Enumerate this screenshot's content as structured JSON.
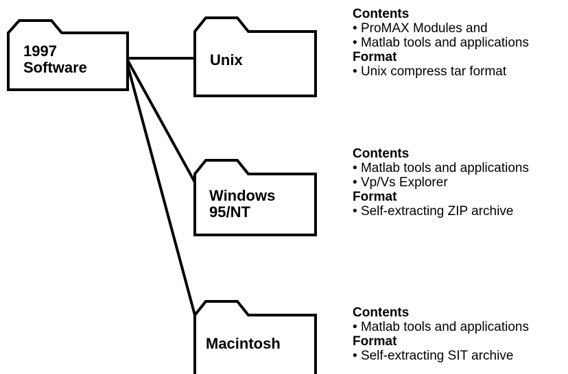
{
  "root": {
    "label_line1": "1997",
    "label_line2": "Software"
  },
  "platforms": [
    {
      "name_line1": "Unix",
      "name_line2": "",
      "contents_header": "Contents",
      "contents": [
        "ProMAX Modules and",
        "Matlab tools and applications"
      ],
      "format_header": "Format",
      "format": [
        "Unix compress tar format"
      ]
    },
    {
      "name_line1": "Windows",
      "name_line2": "95/NT",
      "contents_header": "Contents",
      "contents": [
        "Matlab tools and applications",
        "Vp/Vs Explorer"
      ],
      "format_header": "Format",
      "format": [
        "Self-extracting ZIP archive"
      ]
    },
    {
      "name_line1": "Macintosh",
      "name_line2": "",
      "contents_header": "Contents",
      "contents": [
        "Matlab tools and applications"
      ],
      "format_header": "Format",
      "format": [
        "Self-extracting SIT archive"
      ]
    }
  ]
}
